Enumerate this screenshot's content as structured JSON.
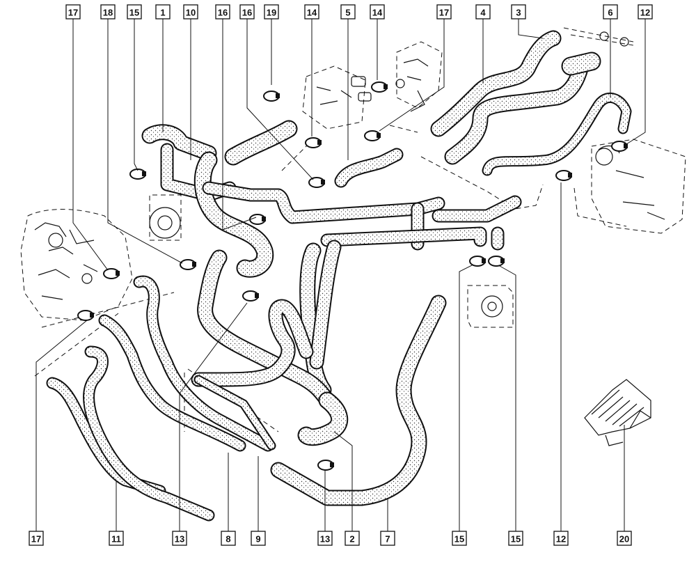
{
  "callouts": {
    "top": [
      "17",
      "18",
      "15",
      "1",
      "10",
      "16",
      "16",
      "19",
      "14",
      "5",
      "14",
      "17",
      "4",
      "3",
      "6",
      "12"
    ],
    "bottom": [
      "17",
      "11",
      "13",
      "8",
      "9",
      "13",
      "2",
      "7",
      "15",
      "15",
      "12",
      "20"
    ]
  }
}
